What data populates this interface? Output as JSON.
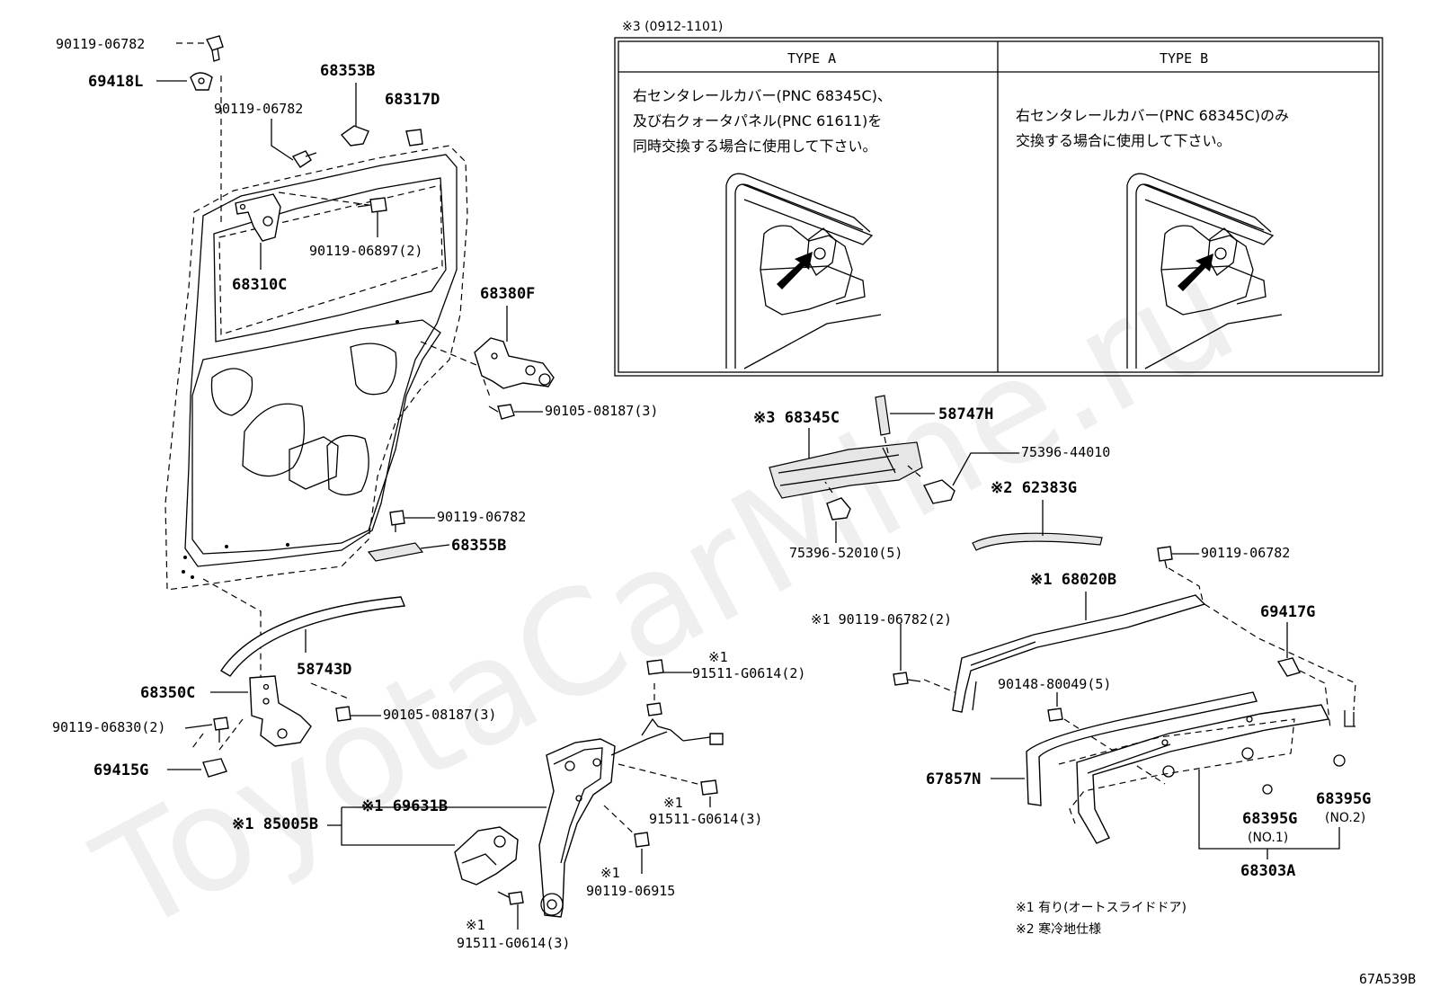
{
  "watermark": "ToyotaCarMine.ru",
  "diagram_code": "67A539B",
  "inset": {
    "header": "※3 (0912-1101)",
    "type_a": {
      "title": "TYPE A",
      "lines": [
        "右センタレールカバー(PNC 68345C)、",
        "及び右クォータパネル(PNC 61611)を",
        "同時交換する場合に使用して下さい。"
      ]
    },
    "type_b": {
      "title": "TYPE B",
      "lines": [
        "右センタレールカバー(PNC 68345C)のみ",
        "交換する場合に使用して下さい。"
      ]
    }
  },
  "parts": {
    "p90119_06782_top": "90119-06782",
    "p69418L": "69418L",
    "p68353B": "68353B",
    "p90119_06782_hinge": "90119-06782",
    "p68317D": "68317D",
    "p90119_06897": "90119-06897(2)",
    "p68310C": "68310C",
    "p68380F": "68380F",
    "p90105_08187_a": "90105-08187(3)",
    "p90119_06782_mid": "90119-06782",
    "p68355B": "68355B",
    "p58743D": "58743D",
    "p68350C": "68350C",
    "p90105_08187_b": "90105-08187(3)",
    "p90119_06830": "90119-06830(2)",
    "p69415G": "69415G",
    "p91511_a": "※1\n91511-G0614(2)",
    "p91511_a_mark": "※1",
    "p91511_a_num": "91511-G0614(2)",
    "p69631B": "※1 69631B",
    "p85005B": "※1 85005B",
    "p91511_b_mark": "※1",
    "p91511_b_num": "91511-G0614(3)",
    "p90119_06915_mark": "※1",
    "p90119_06915_num": "90119-06915",
    "p91511_c_mark": "※1",
    "p91511_c_num": "91511-G0614(3)",
    "p68345C": "※3 68345C",
    "p58747H": "58747H",
    "p75396_44010": "75396-44010",
    "p62383G": "※2 62383G",
    "p75396_52010": "75396-52010(5)",
    "p90119_06782_right": "90119-06782",
    "p68020B": "※1 68020B",
    "p69417G": "69417G",
    "p90119_06782_2": "※1 90119-06782(2)",
    "p90148_80049": "90148-80049(5)",
    "p67857N": "67857N",
    "p68395G_1": "68395G",
    "p68395G_1_sub": "(NO.1)",
    "p68395G_2": "68395G",
    "p68395G_2_sub": "(NO.2)",
    "p68303A": "68303A"
  },
  "notes": [
    "※1 有り(オートスライドドア)",
    "※2 寒冷地仕様"
  ]
}
